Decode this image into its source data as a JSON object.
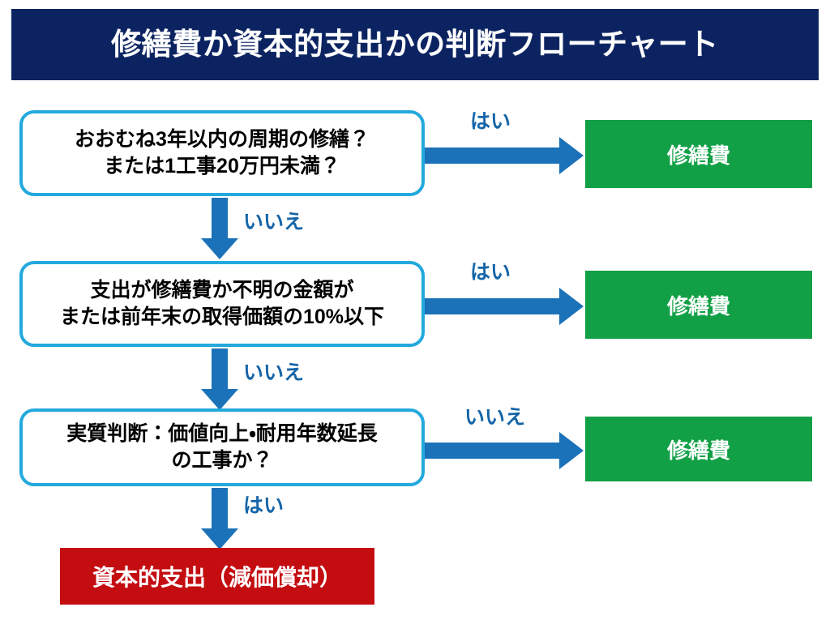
{
  "header": {
    "title": "修繕費か資本的支出かの判断フローチャート",
    "background_color": "#0b2360",
    "text_color": "#ffffff"
  },
  "colors": {
    "navy": "#0b2360",
    "decision_border": "#23a9dd",
    "arrow_blue": "#1b72b8",
    "label_blue": "#1565a8",
    "result_green": "#12a046",
    "result_red": "#c40d11",
    "page_background": "#ffffff"
  },
  "flowchart": {
    "decisions": [
      {
        "id": "decision-1",
        "line1": "おおむね3年以内の周期の修繕？",
        "line2": "または1工事20万円未満？"
      },
      {
        "id": "decision-2",
        "line1": "支出が修繕費か不明の金額が",
        "line2": "または前年末の取得価額の10%以下"
      },
      {
        "id": "decision-3",
        "line1": "実質判断：価値向上・耐用年数延長",
        "line2": "の工事か？"
      }
    ],
    "results": [
      {
        "id": "result-1",
        "label": "修繕費",
        "type": "green"
      },
      {
        "id": "result-2",
        "label": "修繕費",
        "type": "green"
      },
      {
        "id": "result-3",
        "label": "修繕費",
        "type": "green"
      },
      {
        "id": "result-4",
        "label": "資本的支出（減価償却）",
        "type": "red"
      }
    ],
    "edge_labels": {
      "yes_1": "はい",
      "no_1": "いいえ",
      "yes_2": "はい",
      "no_2": "いいえ",
      "no_3": "いいえ",
      "yes_3": "はい"
    }
  }
}
